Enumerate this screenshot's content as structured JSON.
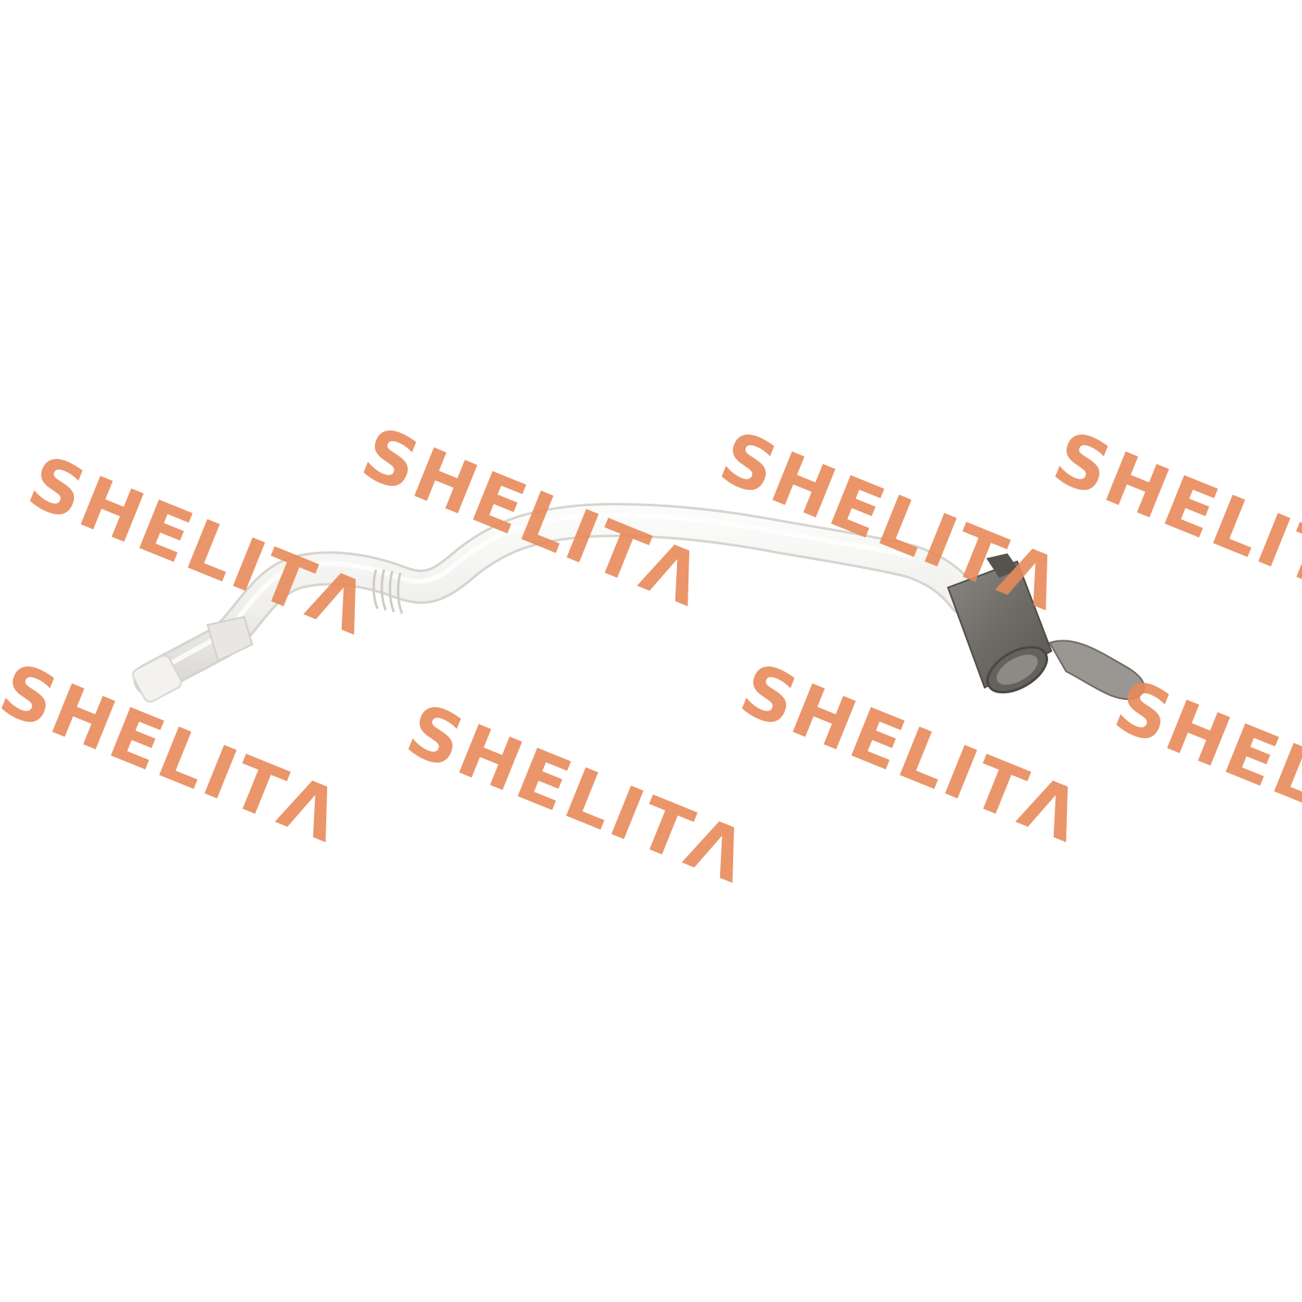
{
  "product": {
    "subject": "drain-hose-with-connector",
    "hose_color": "#f2f1ee",
    "connector_color": "#7b7873",
    "background_color": "#ffffff"
  },
  "watermark": {
    "text": "SHELITΛ",
    "color": "#e88a5a",
    "count": 8
  }
}
